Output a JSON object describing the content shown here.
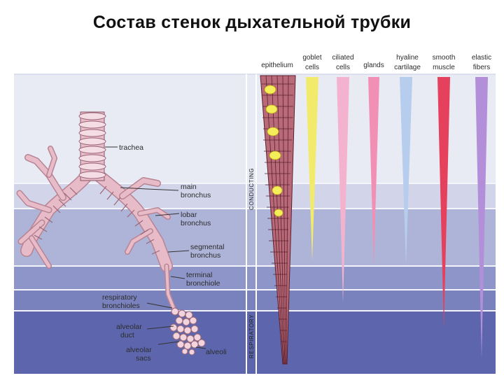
{
  "title": "Состав стенок дыхательной трубки",
  "labels": {
    "trachea": "trachea",
    "main_bronchus": [
      "main",
      "bronchus"
    ],
    "lobar_bronchus": [
      "lobar",
      "bronchus"
    ],
    "segmental_bronchus": [
      "segmental",
      "bronchus"
    ],
    "terminal_bronchiole": [
      "terminal",
      "bronchiole"
    ],
    "respiratory_bronchioles": [
      "respiratory",
      "bronchioles"
    ],
    "alveolar_duct": [
      "alveolar",
      "duct"
    ],
    "alveolar_sacs": [
      "alveolar",
      "sacs"
    ],
    "alveoli": "alveoli"
  },
  "zones": {
    "conducting": "CONDUCTING",
    "respiratory": "RESPIRATORY"
  },
  "columns": [
    {
      "id": "epithelium",
      "lines": [
        "epithelium"
      ]
    },
    {
      "id": "goblet",
      "lines": [
        "goblet",
        "cells"
      ],
      "color": "#f1ea6a"
    },
    {
      "id": "ciliated",
      "lines": [
        "ciliated",
        "cells"
      ],
      "color": "#f3b3cf"
    },
    {
      "id": "glands",
      "lines": [
        "glands"
      ],
      "color": "#f28fb4"
    },
    {
      "id": "cartilage",
      "lines": [
        "hyaline",
        "cartilage"
      ],
      "color": "#b6cdee"
    },
    {
      "id": "smooth",
      "lines": [
        "smooth",
        "muscle"
      ],
      "color": "#e5405c"
    },
    {
      "id": "elastic",
      "lines": [
        "elastic",
        "fibers"
      ],
      "color": "#b48fd9"
    }
  ],
  "colors": {
    "band_light": "#cbd0e6",
    "band_mid": "#a9afd6",
    "band_dark": "#5c65ac",
    "airway": "#e7bcc8",
    "epithelium": "#7c3040"
  }
}
